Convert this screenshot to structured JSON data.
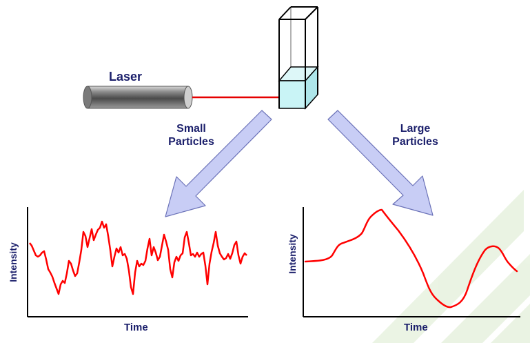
{
  "labels": {
    "laser": "Laser",
    "small_line1": "Small",
    "small_line2": "Particles",
    "large_line1": "Large",
    "large_line2": "Particles"
  },
  "left_plot": {
    "ylabel": "Intensity",
    "xlabel": "Time"
  },
  "right_plot": {
    "ylabel": "Intensity",
    "xlabel": "Time"
  },
  "colors": {
    "text": "#1b1f6b",
    "beam": "#e60000",
    "trace": "#ff0000",
    "arrow_fill": "#c8cdf5",
    "arrow_stroke": "#6b72b8",
    "liquid": "#c9f4f6",
    "watermark": "#e7f2df"
  }
}
